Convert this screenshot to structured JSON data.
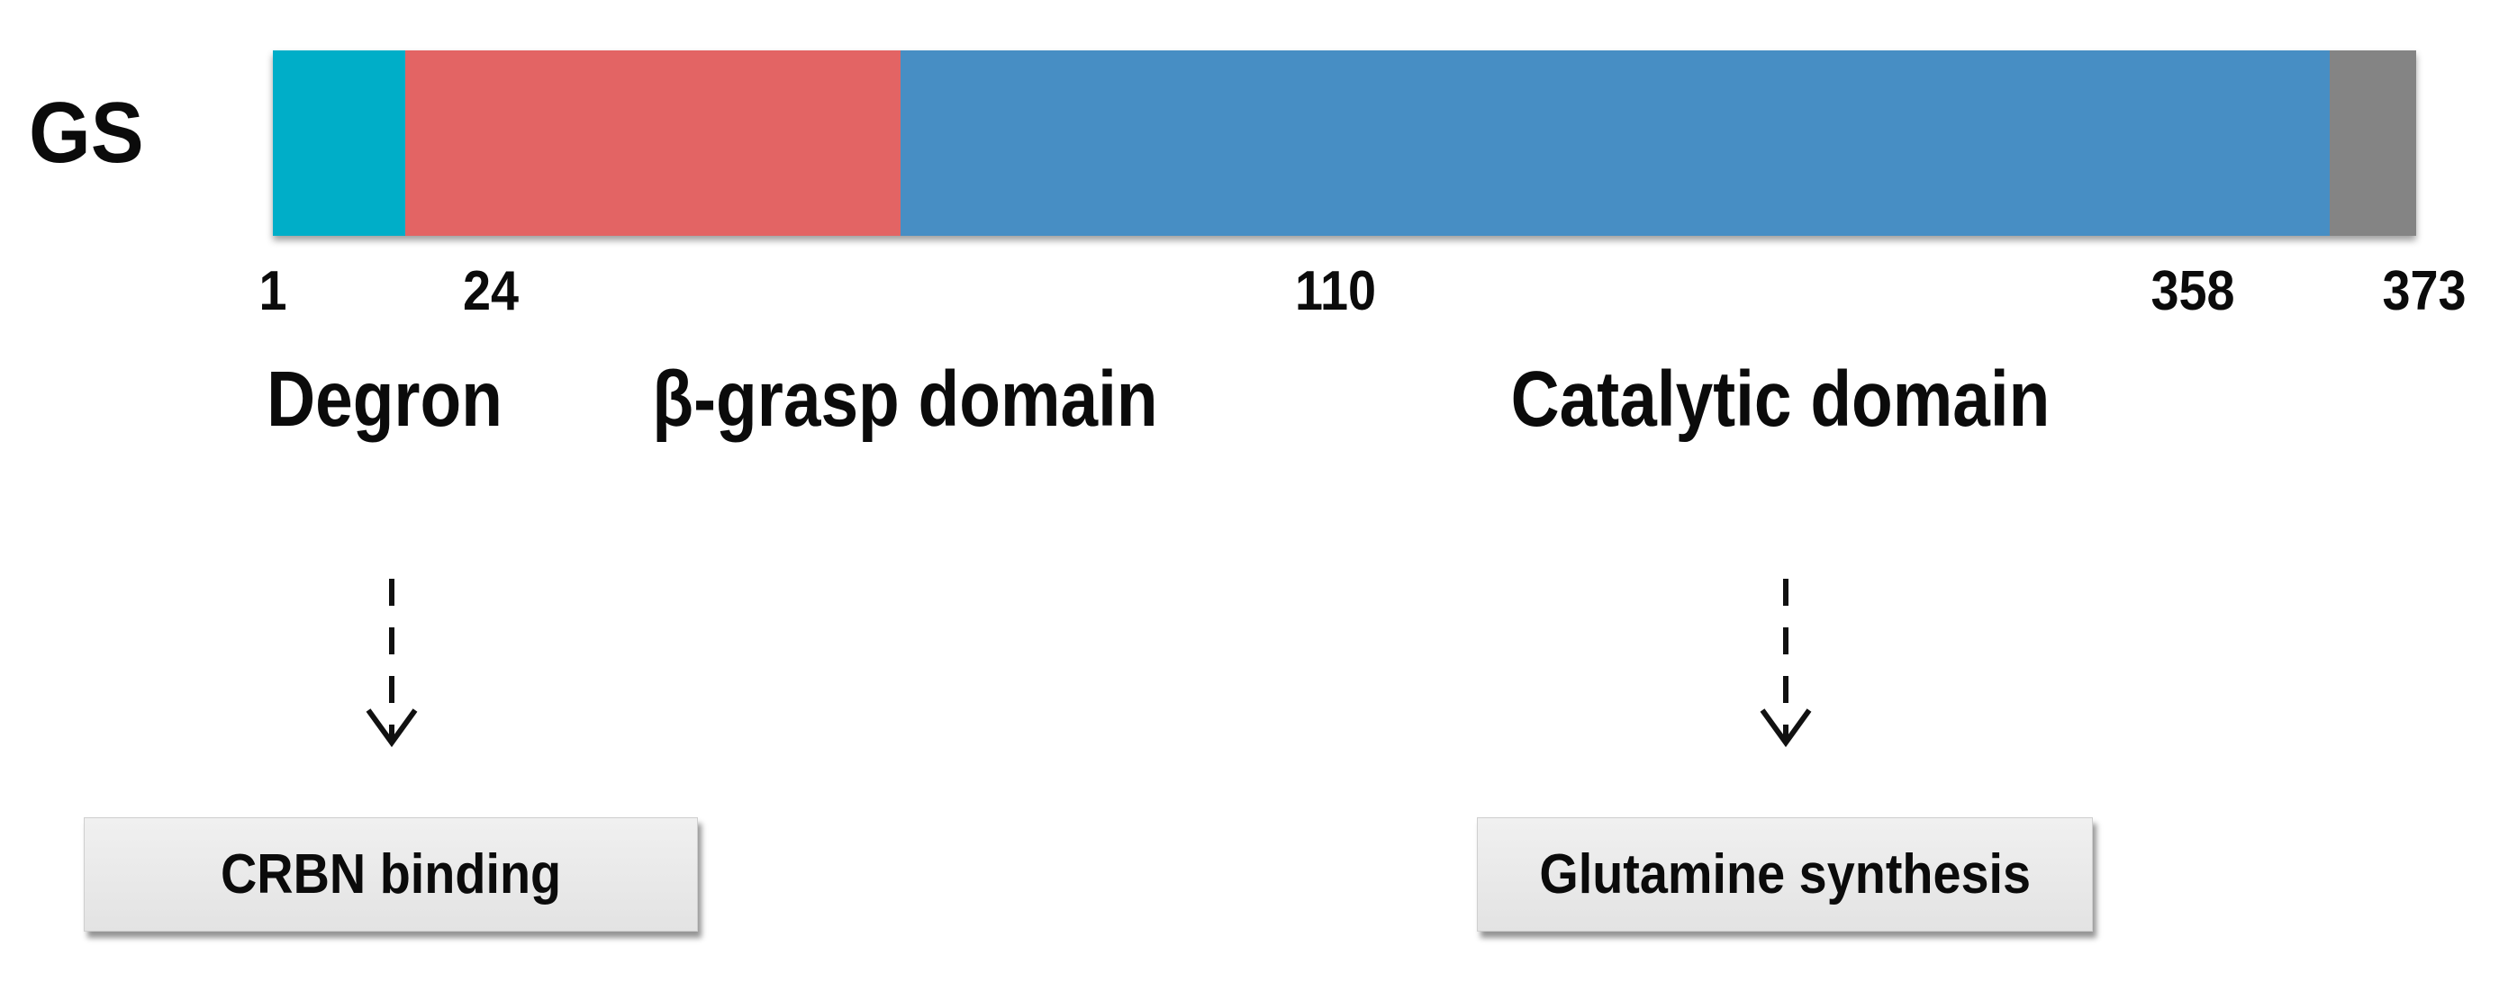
{
  "protein": "GS",
  "total_length": 373,
  "segments": [
    {
      "start": 1,
      "end": 24,
      "color": "#00aec8",
      "label": "Degron"
    },
    {
      "start": 24,
      "end": 110,
      "color": "#e36464",
      "label": "β-grasp domain"
    },
    {
      "start": 110,
      "end": 358,
      "color": "#478ec4",
      "label": "Catalytic domain"
    },
    {
      "start": 358,
      "end": 373,
      "color": "#848484",
      "label": ""
    }
  ],
  "positions": [
    "1",
    "24",
    "110",
    "358",
    "373"
  ],
  "functions": [
    {
      "domain": "Degron",
      "label": "CRBN binding"
    },
    {
      "domain": "Catalytic domain",
      "label": "Glutamine synthesis"
    }
  ]
}
